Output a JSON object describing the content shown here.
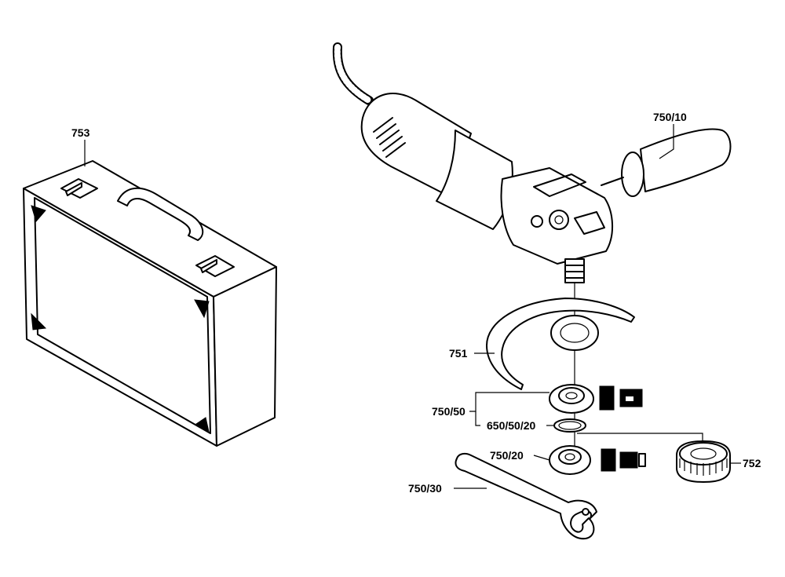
{
  "labels": {
    "case": "753",
    "aux_handle": "750/10",
    "guard": "751",
    "flange_set": "750/50",
    "o_ring": "650/50/20",
    "clamp_nut": "750/20",
    "spanner": "750/30",
    "quick_nut": "752"
  },
  "colors": {
    "line": "#000000",
    "background": "#ffffff"
  }
}
